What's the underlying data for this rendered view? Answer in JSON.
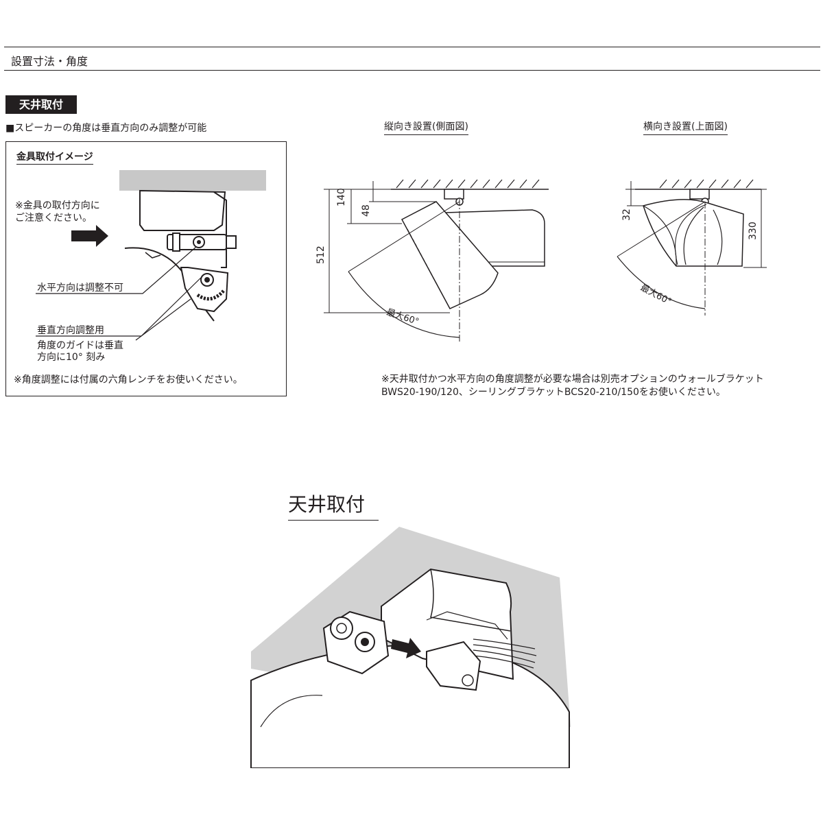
{
  "header": {
    "section_title": "設置寸法・角度"
  },
  "ceiling_mount": {
    "label": "天井取付",
    "note": "■スピーカーの角度は垂直方向のみ調整が可能"
  },
  "bracket_box": {
    "title": "金具取付イメージ",
    "caution_line1": "※金具の取付方向に",
    "caution_line2": "ご注意ください。",
    "horizontal_note": "水平方向は調整不可",
    "vertical_note": "垂直方向調整用",
    "guide_line1": "角度のガイドは垂直",
    "guide_line2": "方向に10° 刻み",
    "wrench_note": "※角度調整には付属の六角レンチをお使いください。"
  },
  "side_view": {
    "caption": "縦向き設置(側面図)",
    "dim_140": "140",
    "dim_48": "48",
    "dim_512": "512",
    "max_angle": "最大60°"
  },
  "top_view": {
    "caption": "横向き設置(上面図)",
    "dim_32": "32",
    "dim_330": "330",
    "max_angle": "最大60°"
  },
  "footnote": {
    "line1": "※天井取付かつ水平方向の角度調整が必要な場合は別売オプションのウォールブラケット",
    "line2": "BWS20-190/120、シーリングブラケットBCS20-210/150をお使いください。"
  },
  "illustration": {
    "label": "天井取付"
  },
  "colors": {
    "ink": "#231f20",
    "ceiling_gray": "#c8c8c8",
    "wall_gray": "#d2d2d2"
  }
}
